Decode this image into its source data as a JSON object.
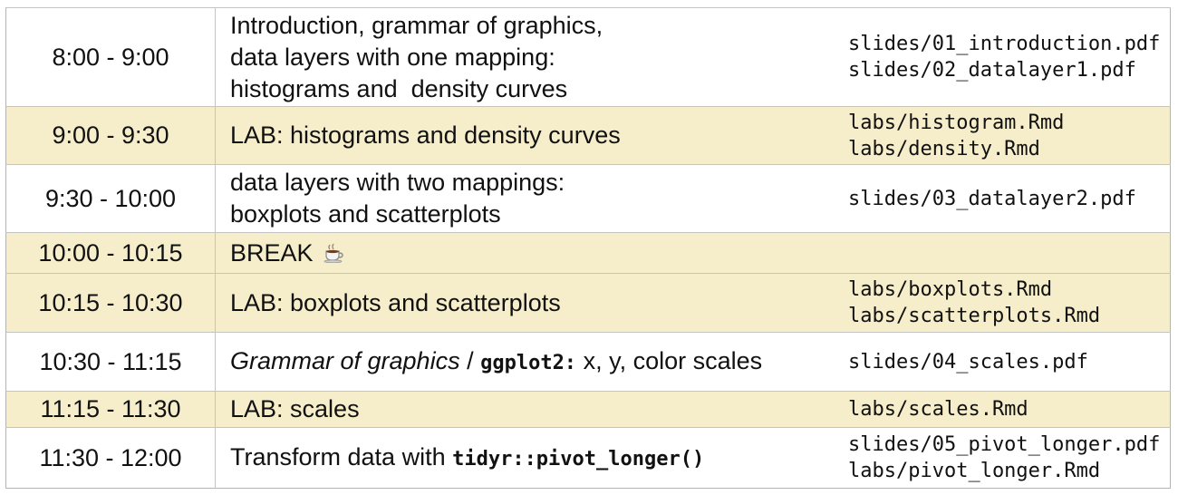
{
  "rows": [
    {
      "time": "8:00 - 9:00",
      "topic_lines": [
        "Introduction, grammar of graphics,",
        "data layers with one mapping:",
        "histograms and  density curves"
      ],
      "files": [
        "slides/01_introduction.pdf",
        "slides/02_datalayer1.pdf"
      ],
      "shaded": false
    },
    {
      "time": "9:00 - 9:30",
      "topic": "LAB: histograms and density curves",
      "files": [
        "labs/histogram.Rmd",
        "labs/density.Rmd"
      ],
      "shaded": true
    },
    {
      "time": "9:30 - 10:00",
      "topic_lines": [
        "data layers with two mappings:",
        "boxplots and scatterplots"
      ],
      "files": [
        "slides/03_datalayer2.pdf"
      ],
      "shaded": false
    },
    {
      "time": "10:00 - 10:15",
      "topic": "BREAK",
      "icon": "coffee-cup-icon",
      "files": [],
      "shaded": true
    },
    {
      "time": "10:15 - 10:30",
      "topic": "LAB: boxplots and scatterplots",
      "files": [
        "labs/boxplots.Rmd",
        "labs/scatterplots.Rmd"
      ],
      "shaded": true
    },
    {
      "time": "10:30 - 11:15",
      "topic_italic": "Grammar of graphics",
      "topic_sep": " / ",
      "topic_code": "ggplot2:",
      "topic_rest": " x, y, color scales",
      "files": [
        "slides/04_scales.pdf"
      ],
      "shaded": false
    },
    {
      "time": "11:15 - 11:30",
      "topic": "LAB: scales",
      "files": [
        "labs/scales.Rmd"
      ],
      "shaded": true
    },
    {
      "time": "11:30 - 12:00",
      "topic_text": "Transform data with ",
      "topic_code": "tidyr::pivot_longer()",
      "files": [
        "slides/05_pivot_longer.pdf",
        "labs/pivot_longer.Rmd"
      ],
      "shaded": false
    }
  ],
  "colors": {
    "shaded_row": "#f6edca",
    "border": "#c4c4c4"
  }
}
